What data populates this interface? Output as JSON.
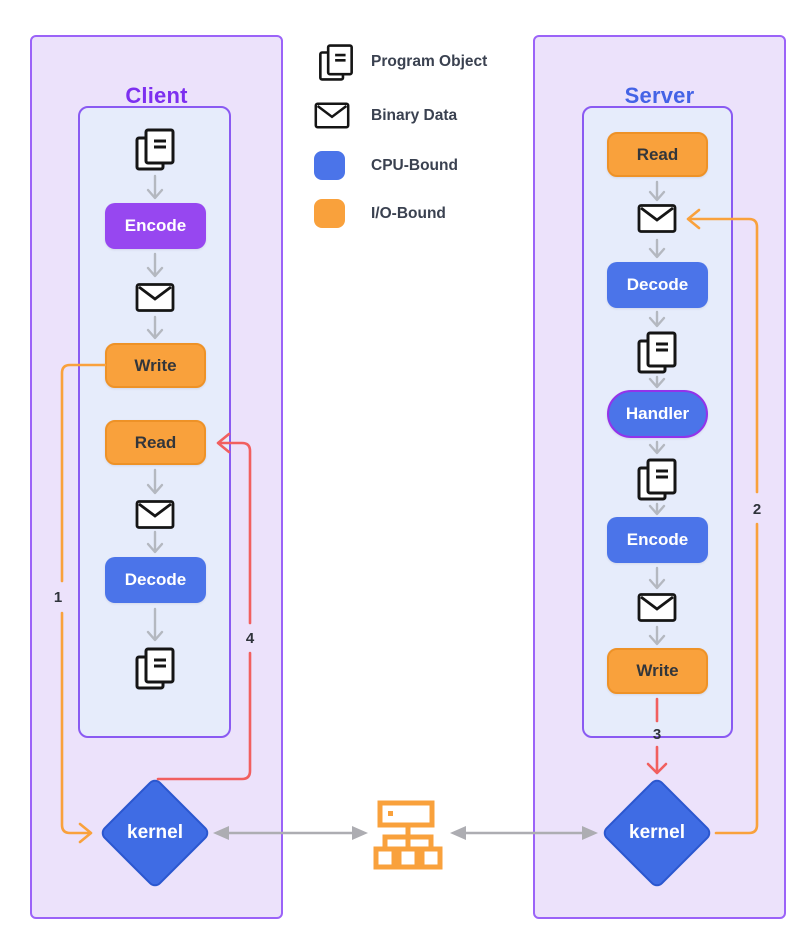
{
  "legend": {
    "program_object": "Program Object",
    "binary_data": "Binary Data",
    "cpu_bound": "CPU-Bound",
    "io_bound": "I/O-Bound"
  },
  "client": {
    "title": "Client",
    "encode": "Encode",
    "write": "Write",
    "read": "Read",
    "decode": "Decode",
    "kernel": "kernel"
  },
  "server": {
    "title": "Server",
    "read": "Read",
    "decode": "Decode",
    "handler": "Handler",
    "encode": "Encode",
    "write": "Write",
    "kernel": "kernel"
  },
  "sequence_labels": {
    "one": "1",
    "two": "2",
    "three": "3",
    "four": "4"
  },
  "colors": {
    "cpu_bound_blue": "#4b74e9",
    "io_bound_orange": "#f9a13c",
    "encode_purple": "#9747f0",
    "client_accent": "#7d2ff0",
    "server_accent": "#4463e6",
    "kernel_blue": "#3f6ce4",
    "panel_background": "#ece2fb",
    "inner_background": "#e6ecfb",
    "panel_border": "#9b63f8",
    "flow_red": "#f15f5f",
    "flow_orange": "#f9a13c",
    "arrow_gray": "#adadb2"
  }
}
